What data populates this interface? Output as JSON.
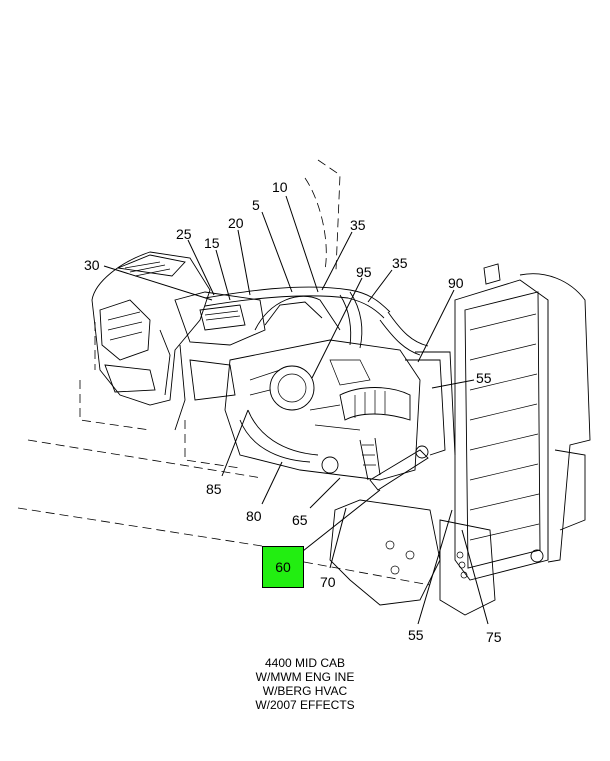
{
  "callouts": [
    {
      "id": "c10",
      "label": "10"
    },
    {
      "id": "c5",
      "label": "5"
    },
    {
      "id": "c20",
      "label": "20"
    },
    {
      "id": "c25",
      "label": "25"
    },
    {
      "id": "c15",
      "label": "15"
    },
    {
      "id": "c35a",
      "label": "35"
    },
    {
      "id": "c30",
      "label": "30"
    },
    {
      "id": "c95",
      "label": "95"
    },
    {
      "id": "c35b",
      "label": "35"
    },
    {
      "id": "c90",
      "label": "90"
    },
    {
      "id": "c55a",
      "label": "55"
    },
    {
      "id": "c85",
      "label": "85"
    },
    {
      "id": "c80",
      "label": "80"
    },
    {
      "id": "c65",
      "label": "65"
    },
    {
      "id": "c70",
      "label": "70"
    },
    {
      "id": "c55b",
      "label": "55"
    },
    {
      "id": "c75",
      "label": "75"
    }
  ],
  "highlight": {
    "label": "60",
    "color": "#22ee11"
  },
  "caption": [
    "4400 MID CAB",
    "W/MWM ENG INE",
    "W/BERG HVAC",
    "W/2007 EFFECTS"
  ]
}
